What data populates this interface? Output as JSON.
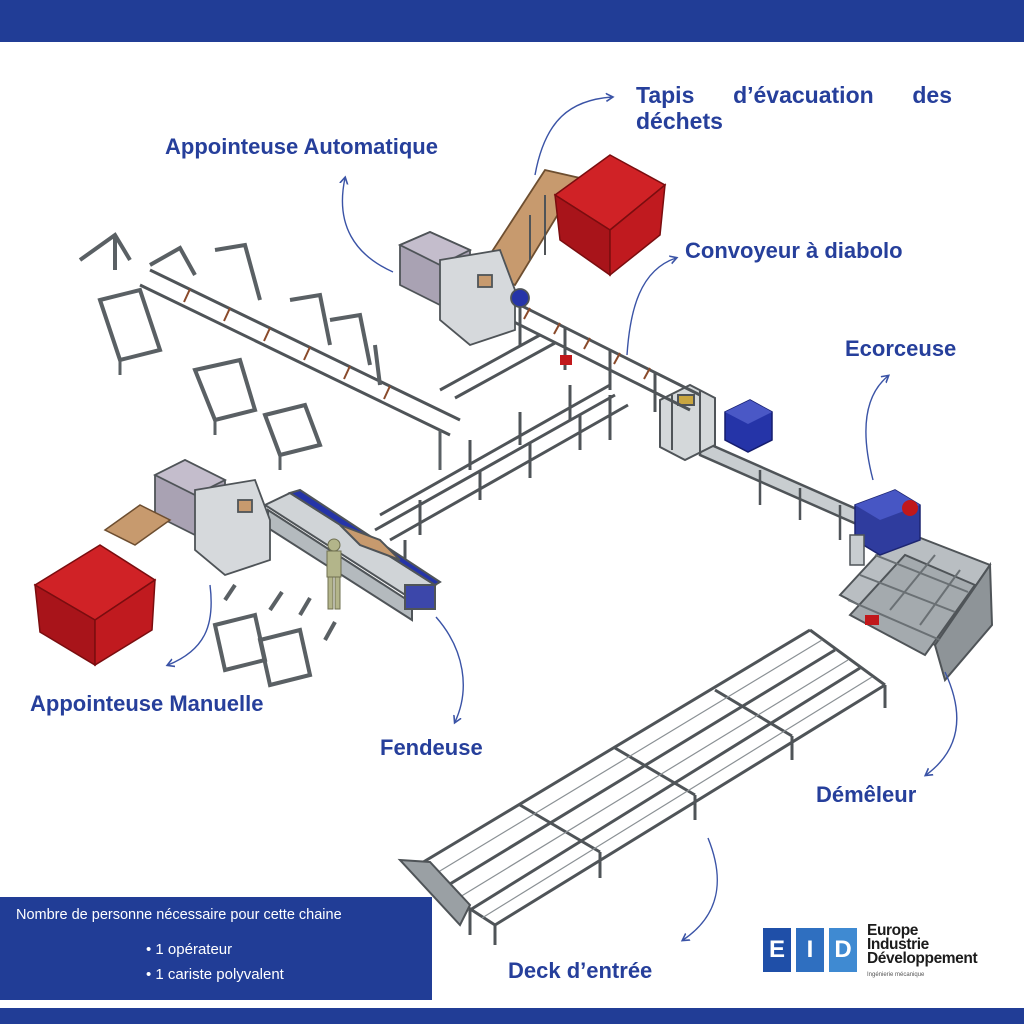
{
  "colors": {
    "brand": "#213d96",
    "label": "#263f9b",
    "bin": "#c1181b",
    "machine_blue": "#2534a8",
    "frame": "#5a6064",
    "conveyor_wood": "#c79a6e"
  },
  "labels": {
    "tapis": "Tapis d’évacuation des déchets",
    "appointeuse_auto": "Appointeuse Automatique",
    "convoyeur": "Convoyeur à diabolo",
    "ecorceuse": "Ecorceuse",
    "appointeuse_manuelle": "Appointeuse Manuelle",
    "fendeuse": "Fendeuse",
    "demeleur": "Démêleur",
    "deck": "Deck d’entrée"
  },
  "info": {
    "title": "Nombre de personne nécessaire pour cette chaine",
    "items": [
      "1 opérateur",
      "1 cariste polyvalent"
    ],
    "icon": "two-persons-icon"
  },
  "logo": {
    "letters": [
      "E",
      "I",
      "D"
    ],
    "line1": "Europe",
    "line2": "Industrie",
    "line3": "Développement",
    "tagline": "Ingénierie mécanique"
  }
}
